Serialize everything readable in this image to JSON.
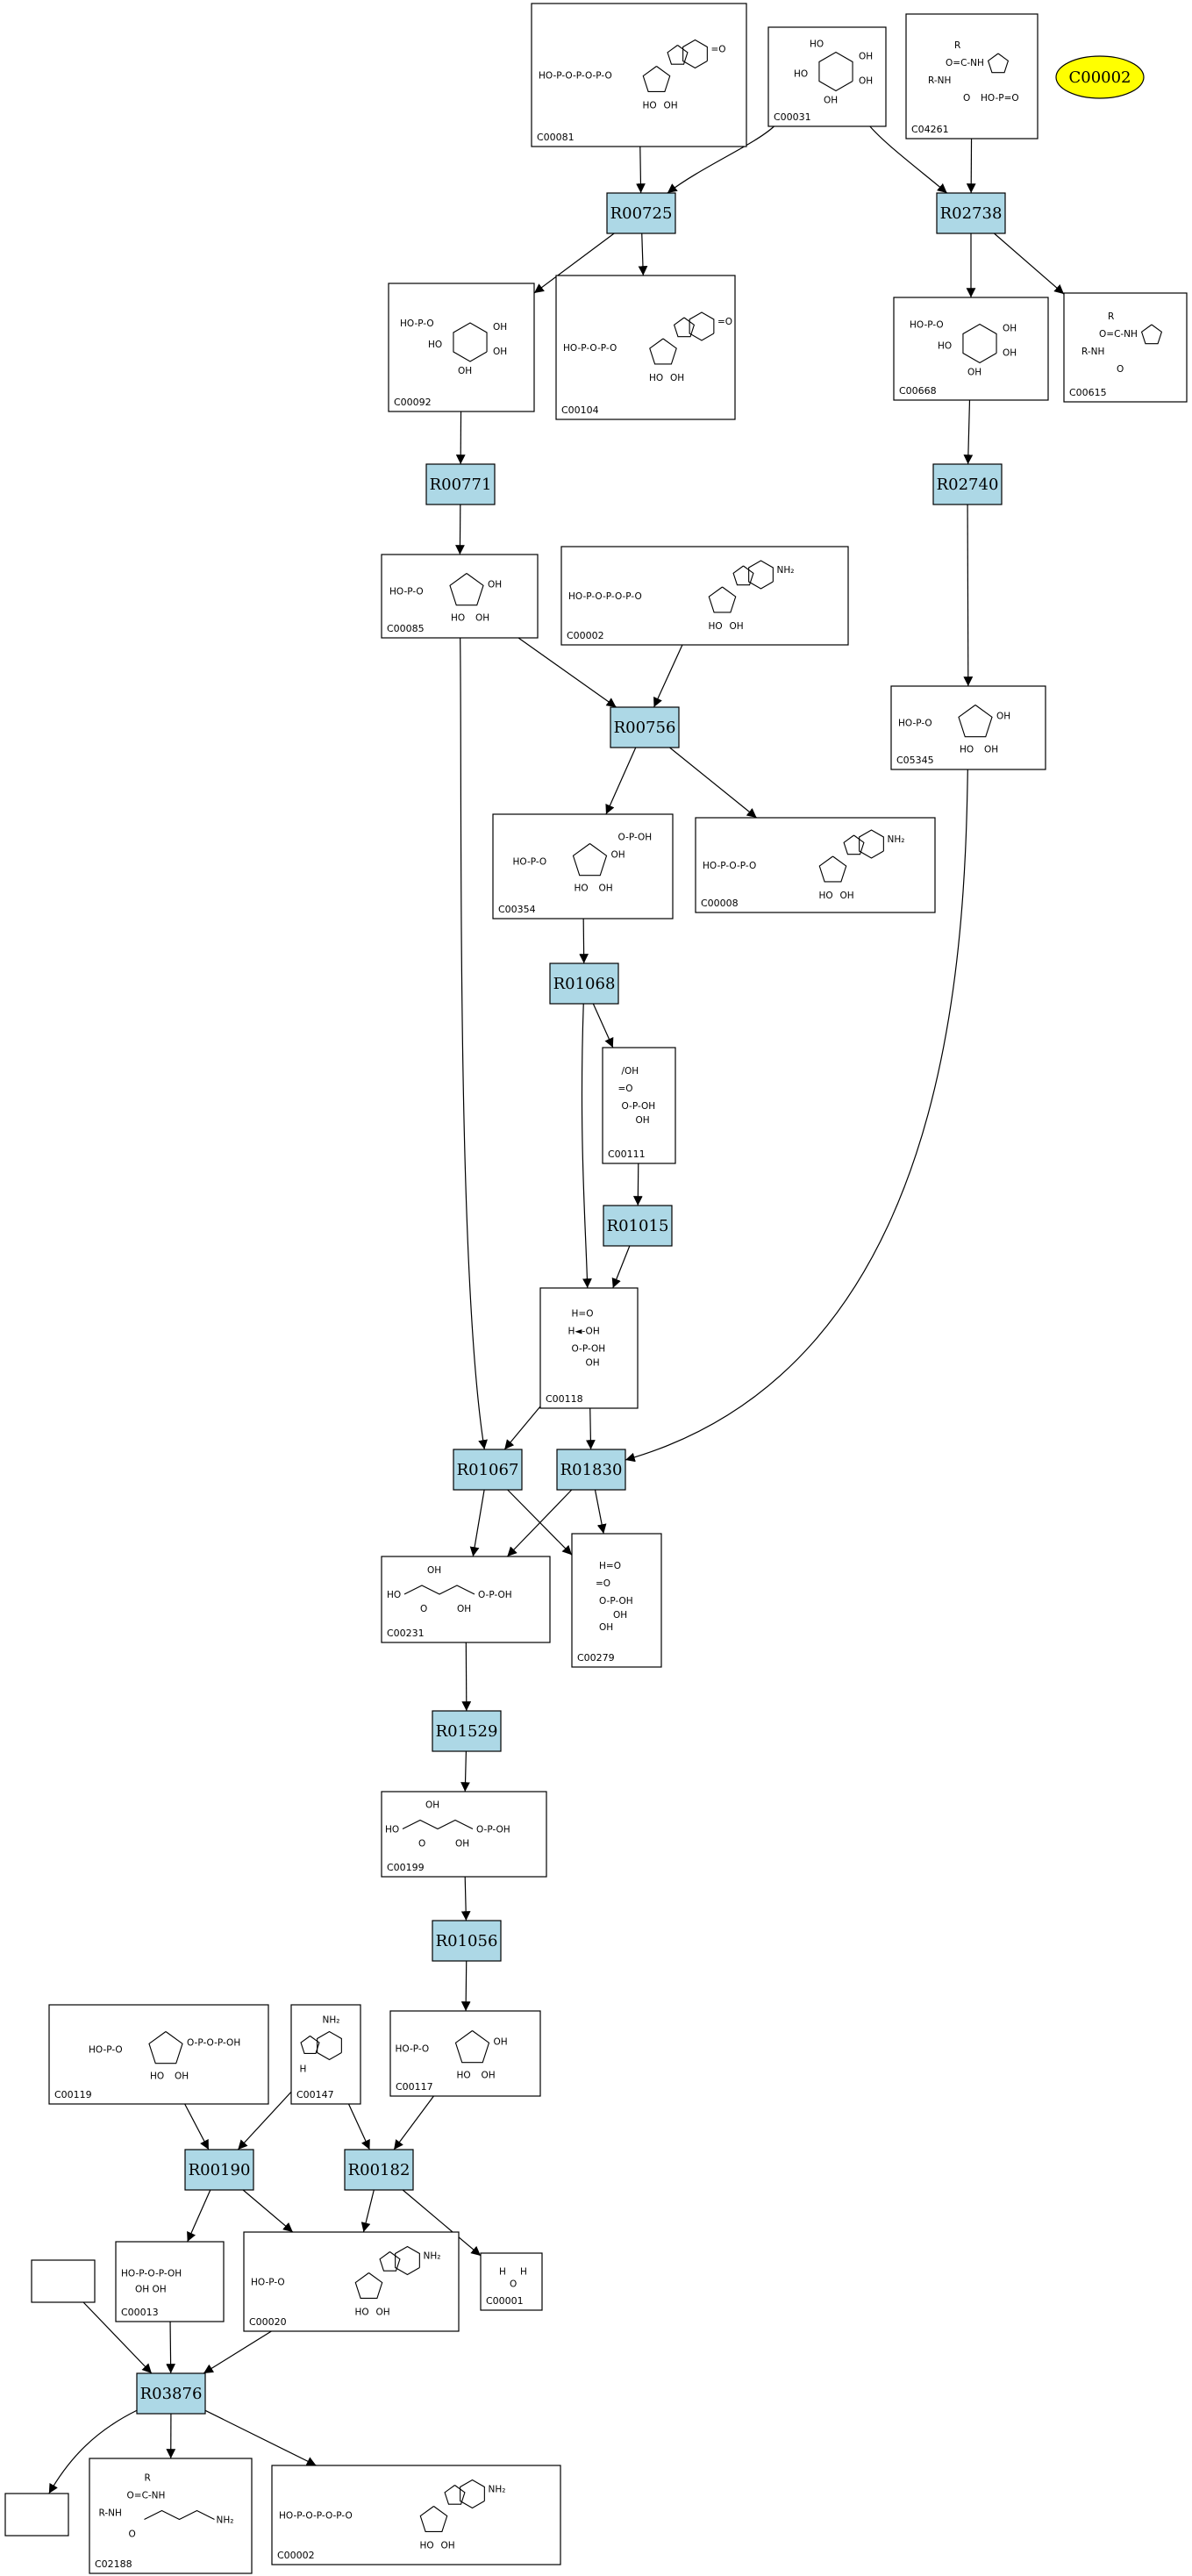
{
  "highlight": {
    "id": "C00002",
    "color": "#ffff00"
  },
  "colors": {
    "reaction_fill": "#add8e6",
    "compound_fill": "#ffffff",
    "edge": "#000000"
  },
  "reactions": [
    {
      "id": "R00725",
      "label": "R00725"
    },
    {
      "id": "R02738",
      "label": "R02738"
    },
    {
      "id": "R00771",
      "label": "R00771"
    },
    {
      "id": "R02740",
      "label": "R02740"
    },
    {
      "id": "R00756",
      "label": "R00756"
    },
    {
      "id": "R01068",
      "label": "R01068"
    },
    {
      "id": "R01015",
      "label": "R01015"
    },
    {
      "id": "R01067",
      "label": "R01067"
    },
    {
      "id": "R01830",
      "label": "R01830"
    },
    {
      "id": "R01529",
      "label": "R01529"
    },
    {
      "id": "R01056",
      "label": "R01056"
    },
    {
      "id": "R00190",
      "label": "R00190"
    },
    {
      "id": "R00182",
      "label": "R00182"
    },
    {
      "id": "R03876",
      "label": "R03876"
    }
  ],
  "compounds": [
    {
      "id": "C00081",
      "label": "C00081",
      "structure": "nucleotide-triphosphate-inosine"
    },
    {
      "id": "C00031",
      "label": "C00031",
      "structure": "pyranose"
    },
    {
      "id": "C04261",
      "label": "C04261",
      "structure": "histidine-phosphate"
    },
    {
      "id": "C00092",
      "label": "C00092",
      "structure": "pyranose-phosphate"
    },
    {
      "id": "C00104",
      "label": "C00104",
      "structure": "nucleotide-diphosphate-inosine"
    },
    {
      "id": "C00668",
      "label": "C00668",
      "structure": "pyranose-phosphate"
    },
    {
      "id": "C00615",
      "label": "C00615",
      "structure": "histidine"
    },
    {
      "id": "C00085",
      "label": "C00085",
      "structure": "furanose-phosphate"
    },
    {
      "id": "C00002",
      "label": "C00002",
      "structure": "nucleotide-triphosphate-adenosine"
    },
    {
      "id": "C05345",
      "label": "C05345",
      "structure": "furanose-phosphate"
    },
    {
      "id": "C00354",
      "label": "C00354",
      "structure": "furanose-bisphosphate"
    },
    {
      "id": "C00008",
      "label": "C00008",
      "structure": "nucleotide-diphosphate-adenosine"
    },
    {
      "id": "C00111",
      "label": "C00111",
      "structure": "triose-phosphate"
    },
    {
      "id": "C00118",
      "label": "C00118",
      "structure": "glyceraldehyde-phosphate"
    },
    {
      "id": "C00231",
      "label": "C00231",
      "structure": "pentulose-phosphate"
    },
    {
      "id": "C00279",
      "label": "C00279",
      "structure": "tetrose-phosphate"
    },
    {
      "id": "C00199",
      "label": "C00199",
      "structure": "pentulose-phosphate"
    },
    {
      "id": "C00119",
      "label": "C00119",
      "structure": "prpp"
    },
    {
      "id": "C00147",
      "label": "C00147",
      "structure": "adenine"
    },
    {
      "id": "C00117",
      "label": "C00117",
      "structure": "furanose-phosphate"
    },
    {
      "id": "C00013",
      "label": "C00013",
      "structure": "diphosphate"
    },
    {
      "id": "C00020",
      "label": "C00020",
      "structure": "nucleotide-monophosphate-adenosine"
    },
    {
      "id": "C00001",
      "label": "C00001",
      "structure": "water"
    },
    {
      "id": "BLANK1",
      "label": "",
      "structure": "none"
    },
    {
      "id": "C02188",
      "label": "C02188",
      "structure": "lysine-residue"
    },
    {
      "id": "BLANK2",
      "label": "",
      "structure": "none"
    },
    {
      "id": "C00002b",
      "label": "C00002",
      "structure": "nucleotide-triphosphate-adenosine"
    }
  ],
  "edges": [
    [
      "C00081",
      "R00725"
    ],
    [
      "C00031",
      "R00725"
    ],
    [
      "C00031",
      "R02738"
    ],
    [
      "C04261",
      "R02738"
    ],
    [
      "R00725",
      "C00092"
    ],
    [
      "R00725",
      "C00104"
    ],
    [
      "R02738",
      "C00668"
    ],
    [
      "R02738",
      "C00615"
    ],
    [
      "C00092",
      "R00771"
    ],
    [
      "C00668",
      "R02740"
    ],
    [
      "R00771",
      "C00085"
    ],
    [
      "R02740",
      "C05345"
    ],
    [
      "C00085",
      "R00756"
    ],
    [
      "C00002",
      "R00756"
    ],
    [
      "R00756",
      "C00354"
    ],
    [
      "R00756",
      "C00008"
    ],
    [
      "C00354",
      "R01068"
    ],
    [
      "R01068",
      "C00111"
    ],
    [
      "R01068",
      "C00118"
    ],
    [
      "C00111",
      "R01015"
    ],
    [
      "R01015",
      "C00118"
    ],
    [
      "C00085",
      "R01067"
    ],
    [
      "C00118",
      "R01067"
    ],
    [
      "C00118",
      "R01830"
    ],
    [
      "C05345",
      "R01830"
    ],
    [
      "R01067",
      "C00231"
    ],
    [
      "R01067",
      "C00279"
    ],
    [
      "R01830",
      "C00231"
    ],
    [
      "R01830",
      "C00279"
    ],
    [
      "C00231",
      "R01529"
    ],
    [
      "R01529",
      "C00199"
    ],
    [
      "C00199",
      "R01056"
    ],
    [
      "R01056",
      "C00117"
    ],
    [
      "C00119",
      "R00190"
    ],
    [
      "C00147",
      "R00190"
    ],
    [
      "C00147",
      "R00182"
    ],
    [
      "C00117",
      "R00182"
    ],
    [
      "R00190",
      "C00013"
    ],
    [
      "R00190",
      "C00020"
    ],
    [
      "R00182",
      "C00020"
    ],
    [
      "R00182",
      "C00001"
    ],
    [
      "C00013",
      "R03876"
    ],
    [
      "C00020",
      "R03876"
    ],
    [
      "BLANK1",
      "R03876"
    ],
    [
      "R03876",
      "BLANK2"
    ],
    [
      "R03876",
      "C02188"
    ],
    [
      "R03876",
      "C00002b"
    ]
  ]
}
